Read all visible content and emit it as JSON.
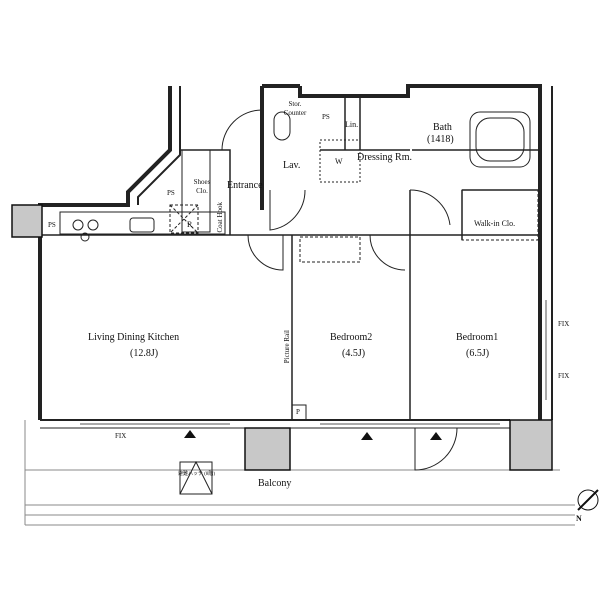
{
  "rooms": {
    "ldk": {
      "name": "Living Dining Kitchen",
      "size": "(12.8J)"
    },
    "bedroom2": {
      "name": "Bedroom2",
      "size": "(4.5J)"
    },
    "bedroom1": {
      "name": "Bedroom1",
      "size": "(6.5J)"
    },
    "bath": {
      "name": "Bath",
      "size": "(1418)"
    },
    "lav": "Lav.",
    "dressing": "Dressing Rm.",
    "washer": "W",
    "linen": "Lin.",
    "stor_counter": "Stor. Counter",
    "shoes": "Shoes Clo.",
    "entrance": "Entrance",
    "coat_hook": "Coat Hook",
    "refrigerator": "R",
    "walkin": "Walk-in Clo.",
    "picture_rail": "Picture Rail",
    "balcony": "Balcony",
    "pipe_space": "P",
    "hatch": "避難ハッチ (8階)"
  },
  "ps_labels": [
    "PS",
    "PS",
    "PS"
  ],
  "fix_labels": [
    "FIX",
    "FIX",
    "FIX"
  ],
  "compass": "N",
  "colors": {
    "wall": "#111111",
    "column": "#c8c8c8",
    "line": "#333333"
  }
}
